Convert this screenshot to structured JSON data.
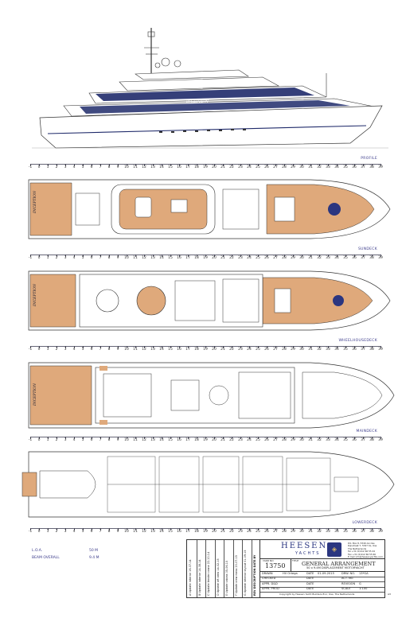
{
  "yacht_name": "INCEPTION",
  "decks": {
    "profile": "PROFILE",
    "sundeck": "SUNDECK",
    "wheelhouse": "WHEELHOUSEDECK",
    "main": "MAINDECK",
    "lower": "LOWERDECK"
  },
  "ruler": {
    "frames": [
      "-1",
      "0",
      "1",
      "2",
      "3",
      "4",
      "5",
      "6",
      "7",
      "8",
      "9",
      "10",
      "11",
      "12",
      "13",
      "14",
      "15",
      "16",
      "17",
      "18",
      "19",
      "20",
      "21",
      "22",
      "23",
      "24",
      "25",
      "26",
      "27",
      "28",
      "29",
      "30",
      "31",
      "32",
      "33",
      "34",
      "35",
      "36",
      "37",
      "38",
      "39"
    ]
  },
  "specs": {
    "loa_label": "L.O.A.",
    "loa_value": "50 M",
    "beam_label": "BEAM OVERALL",
    "beam_value": "9.4 M"
  },
  "title_block": {
    "brand": "HEESEN",
    "brand_sub": "YACHTS",
    "address": [
      "P.O. Box 8, 5340 AA Oss",
      "Rijnstraat 7, 5347 KL, Oss",
      "The Netherlands",
      "Tel +31 (0)412 66 55 44",
      "Fax +31 (0)412 66 55 66",
      "E-mail info@heesenyachts.com"
    ],
    "yard_no_label": "YARD NO",
    "yard_no": "13750",
    "title_label": "TITLE",
    "title": "GENERAL ARRANGEMENT",
    "subtitle": "50 x 9.4M DISPLACEMENT MOTORYACHT",
    "rows": [
      {
        "label": "DRAWN",
        "val1": "HV Ortega",
        "label2": "DATE",
        "val2": "01-09-2015",
        "label3": "DRW. NO.",
        "val3": "13*GA"
      },
      {
        "label": "CHECKED",
        "val1": "",
        "label2": "DATE",
        "val2": "",
        "label3": "ACT. NO.",
        "val3": ""
      },
      {
        "label": "APPR. D&D",
        "val1": "",
        "label2": "DATE",
        "val2": "",
        "label3": "REVISION",
        "val3": "G"
      },
      {
        "label": "APPR. PROD",
        "val1": "",
        "label2": "DATE",
        "val2": "",
        "label3": "SCALE",
        "val3": "1:100"
      }
    ],
    "copyright": "Copyright by Heesen Yacht Builders B.V., Oss, The Netherlands",
    "sheet": "A3"
  },
  "revisions": [
    {
      "rev": "A",
      "desc": "Update interior",
      "date": "16-07-14"
    },
    {
      "rev": "B",
      "desc": "Update interior",
      "date": "14-08-14"
    },
    {
      "rev": "C",
      "desc": "Update tender crane",
      "date": "22-10-14"
    },
    {
      "rev": "D",
      "desc": "Update aft area",
      "date": "14-02-15"
    },
    {
      "rev": "E",
      "desc": "Update cabins",
      "date": "05-06-15"
    },
    {
      "rev": "F",
      "desc": "Update crew mess",
      "date": "20-07-15"
    },
    {
      "rev": "G",
      "desc": "Update interior layout",
      "date": "01-09-15"
    }
  ],
  "revisions_head": {
    "rev": "REV",
    "desc": "DESCRIPTION",
    "date": "DATE",
    "by": "BY"
  },
  "colors": {
    "teak": "#dfa97b",
    "navy": "#2b3680",
    "line": "#333344",
    "hull": "#ffffff"
  }
}
